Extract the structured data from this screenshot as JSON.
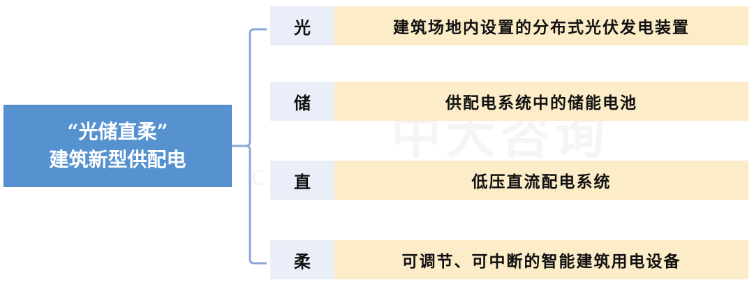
{
  "watermark": {
    "main": "中大咨询",
    "sub": "CONSULTING GROUP"
  },
  "center": {
    "line1": "“光储直柔”",
    "line2": "建筑新型供配电"
  },
  "rows": [
    {
      "key": "光",
      "desc": "建筑场地内设置的分布式光伏发电装置"
    },
    {
      "key": "储",
      "desc": "供配电系统中的储能电池"
    },
    {
      "key": "直",
      "desc": "低压直流配电系统"
    },
    {
      "key": "柔",
      "desc": "可调节、可中断的智能建筑用电设备"
    }
  ],
  "colors": {
    "center_fill": "#5592cf",
    "key_fill": "#e9eef8",
    "desc_fill": "#fcecc8",
    "bracket": "#8aa6d8"
  }
}
